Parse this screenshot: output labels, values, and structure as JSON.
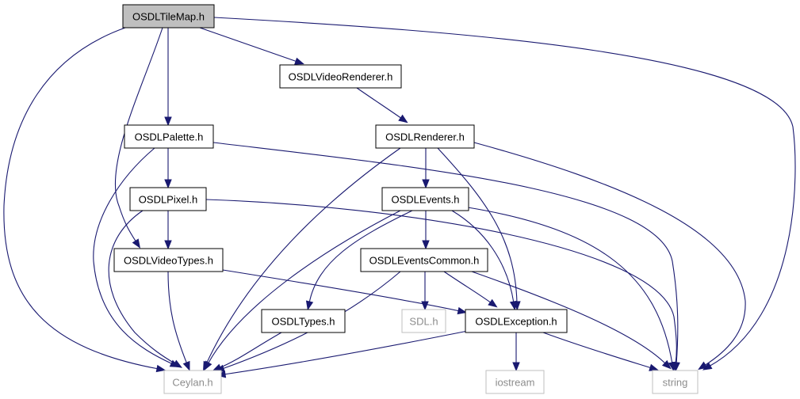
{
  "diagram": {
    "nodes": [
      {
        "id": "tilemap",
        "label": "OSDLTileMap.h",
        "kind": "root"
      },
      {
        "id": "videorenderer",
        "label": "OSDLVideoRenderer.h",
        "kind": "file"
      },
      {
        "id": "palette",
        "label": "OSDLPalette.h",
        "kind": "file"
      },
      {
        "id": "renderer",
        "label": "OSDLRenderer.h",
        "kind": "file"
      },
      {
        "id": "pixel",
        "label": "OSDLPixel.h",
        "kind": "file"
      },
      {
        "id": "events",
        "label": "OSDLEvents.h",
        "kind": "file"
      },
      {
        "id": "videotypes",
        "label": "OSDLVideoTypes.h",
        "kind": "file"
      },
      {
        "id": "eventscommon",
        "label": "OSDLEventsCommon.h",
        "kind": "file"
      },
      {
        "id": "types",
        "label": "OSDLTypes.h",
        "kind": "file"
      },
      {
        "id": "sdl",
        "label": "SDL.h",
        "kind": "external"
      },
      {
        "id": "exception",
        "label": "OSDLException.h",
        "kind": "file"
      },
      {
        "id": "ceylan",
        "label": "Ceylan.h",
        "kind": "external"
      },
      {
        "id": "iostream",
        "label": "iostream",
        "kind": "external"
      },
      {
        "id": "string",
        "label": "string",
        "kind": "external"
      }
    ],
    "edges": [
      {
        "from": "tilemap",
        "to": "videorenderer"
      },
      {
        "from": "tilemap",
        "to": "palette"
      },
      {
        "from": "tilemap",
        "to": "videotypes"
      },
      {
        "from": "tilemap",
        "to": "ceylan"
      },
      {
        "from": "tilemap",
        "to": "string"
      },
      {
        "from": "videorenderer",
        "to": "renderer"
      },
      {
        "from": "palette",
        "to": "pixel"
      },
      {
        "from": "palette",
        "to": "ceylan"
      },
      {
        "from": "palette",
        "to": "string"
      },
      {
        "from": "renderer",
        "to": "events"
      },
      {
        "from": "renderer",
        "to": "exception"
      },
      {
        "from": "renderer",
        "to": "ceylan"
      },
      {
        "from": "renderer",
        "to": "string"
      },
      {
        "from": "pixel",
        "to": "videotypes"
      },
      {
        "from": "pixel",
        "to": "ceylan"
      },
      {
        "from": "pixel",
        "to": "string"
      },
      {
        "from": "events",
        "to": "eventscommon"
      },
      {
        "from": "events",
        "to": "types"
      },
      {
        "from": "events",
        "to": "exception"
      },
      {
        "from": "events",
        "to": "ceylan"
      },
      {
        "from": "events",
        "to": "string"
      },
      {
        "from": "videotypes",
        "to": "exception"
      },
      {
        "from": "videotypes",
        "to": "ceylan"
      },
      {
        "from": "eventscommon",
        "to": "sdl"
      },
      {
        "from": "eventscommon",
        "to": "exception"
      },
      {
        "from": "eventscommon",
        "to": "ceylan"
      },
      {
        "from": "eventscommon",
        "to": "string"
      },
      {
        "from": "types",
        "to": "ceylan"
      },
      {
        "from": "exception",
        "to": "iostream"
      },
      {
        "from": "exception",
        "to": "ceylan"
      },
      {
        "from": "exception",
        "to": "string"
      }
    ]
  },
  "colors": {
    "edge": "#191970",
    "root_fill": "#bfbfbf",
    "external_border": "#bfbfbf",
    "external_text": "#8c8c8c"
  }
}
